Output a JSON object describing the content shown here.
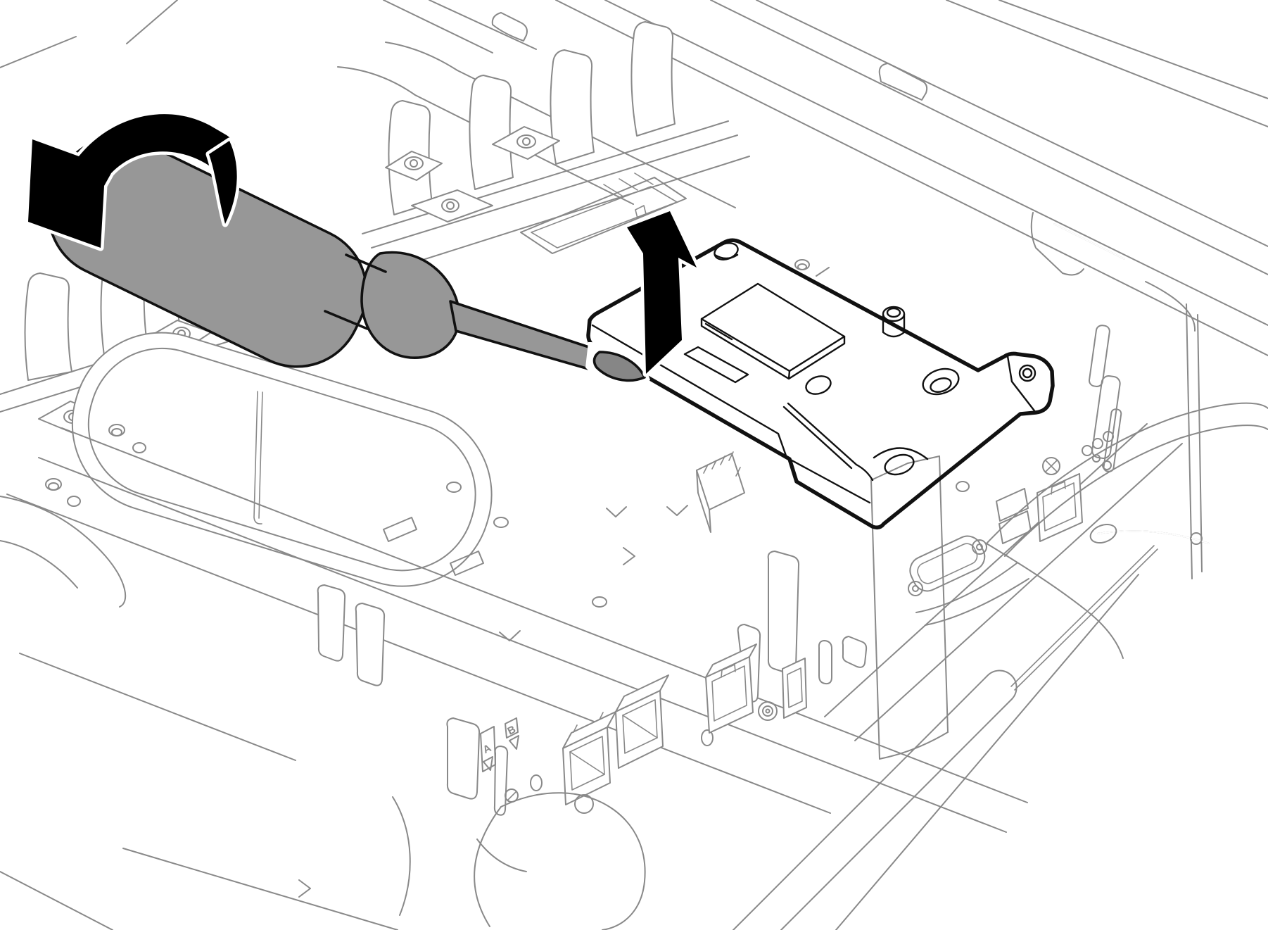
{
  "colors": {
    "background": "#ffffff",
    "line_gray": "#898989",
    "ink": "#111111",
    "tool_gray": "#979797",
    "tool_dark": "#868686",
    "module_gray": "#e4e4e4",
    "arrow_black": "#000000"
  },
  "labels": {
    "connector_a": "A",
    "connector_b": "B"
  },
  "icons": {
    "rotate_arrow": "curved-arrow-counterclockwise",
    "lift_arrow": "arrow-up"
  }
}
